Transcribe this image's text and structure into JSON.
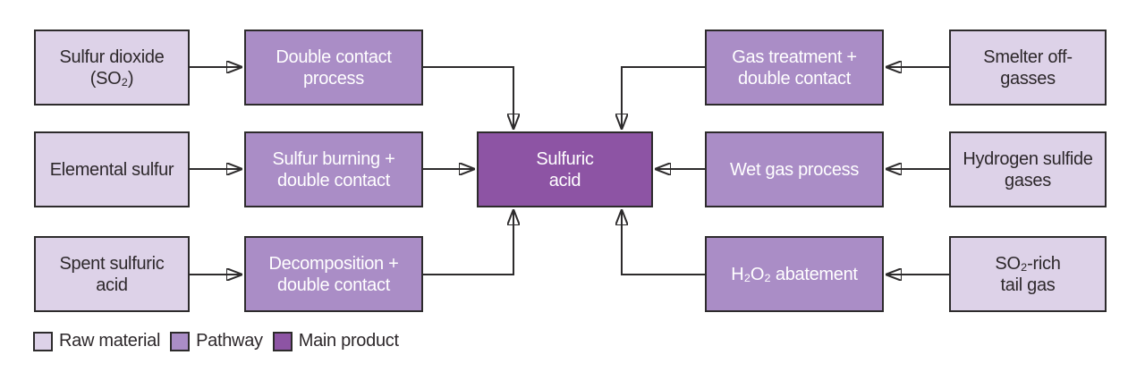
{
  "nodes": {
    "raw_left": [
      {
        "id": "sulfur-dioxide",
        "label": "Sulfur dioxide\n(SO₂)",
        "type": "raw"
      },
      {
        "id": "elemental-sulfur",
        "label": "Elemental sulfur",
        "type": "raw"
      },
      {
        "id": "spent-sulfuric-acid",
        "label": "Spent sulfuric\nacid",
        "type": "raw"
      }
    ],
    "pathway_left": [
      {
        "id": "double-contact-process",
        "label": "Double contact\nprocess",
        "type": "pathway"
      },
      {
        "id": "sulfur-burning-double-contact",
        "label": "Sulfur burning +\ndouble contact",
        "type": "pathway"
      },
      {
        "id": "decomposition-double-contact",
        "label": "Decomposition +\ndouble contact",
        "type": "pathway"
      }
    ],
    "main_product": {
      "id": "sulfuric-acid",
      "label": "Sulfuric\nacid",
      "type": "main"
    },
    "pathway_right": [
      {
        "id": "gas-treatment-double-contact",
        "label": "Gas treatment +\ndouble contact",
        "type": "pathway"
      },
      {
        "id": "wet-gas-process",
        "label": "Wet gas process",
        "type": "pathway"
      },
      {
        "id": "h2o2-abatement",
        "label": "H₂O₂ abatement",
        "type": "pathway"
      }
    ],
    "raw_right": [
      {
        "id": "smelter-off-gasses",
        "label": "Smelter off-\ngasses",
        "type": "raw"
      },
      {
        "id": "hydrogen-sulfide-gases",
        "label": "Hydrogen sulfide\ngases",
        "type": "raw"
      },
      {
        "id": "so2-rich-tail-gas",
        "label": "SO₂-rich\ntail gas",
        "type": "raw"
      }
    ]
  },
  "edges": [
    {
      "from": "sulfur-dioxide",
      "to": "double-contact-process"
    },
    {
      "from": "elemental-sulfur",
      "to": "sulfur-burning-double-contact"
    },
    {
      "from": "spent-sulfuric-acid",
      "to": "decomposition-double-contact"
    },
    {
      "from": "double-contact-process",
      "to": "sulfuric-acid"
    },
    {
      "from": "sulfur-burning-double-contact",
      "to": "sulfuric-acid"
    },
    {
      "from": "decomposition-double-contact",
      "to": "sulfuric-acid"
    },
    {
      "from": "smelter-off-gasses",
      "to": "gas-treatment-double-contact"
    },
    {
      "from": "hydrogen-sulfide-gases",
      "to": "wet-gas-process"
    },
    {
      "from": "so2-rich-tail-gas",
      "to": "h2o2-abatement"
    },
    {
      "from": "gas-treatment-double-contact",
      "to": "sulfuric-acid"
    },
    {
      "from": "wet-gas-process",
      "to": "sulfuric-acid"
    },
    {
      "from": "h2o2-abatement",
      "to": "sulfuric-acid"
    }
  ],
  "legend": {
    "items": [
      {
        "label": "Raw material",
        "type": "raw",
        "color": "#ddd2e8"
      },
      {
        "label": "Pathway",
        "type": "pathway",
        "color": "#aa8dc6"
      },
      {
        "label": "Main product",
        "type": "main",
        "color": "#8d54a4"
      }
    ]
  },
  "colors": {
    "raw_fill": "#ddd2e8",
    "pathway_fill": "#aa8dc6",
    "main_fill": "#8d54a4",
    "border": "#2d2b2c",
    "arrow": "#2d2b2c",
    "dark_text": "#2d282b",
    "light_text": "#ffffff",
    "background": "#ffffff"
  }
}
